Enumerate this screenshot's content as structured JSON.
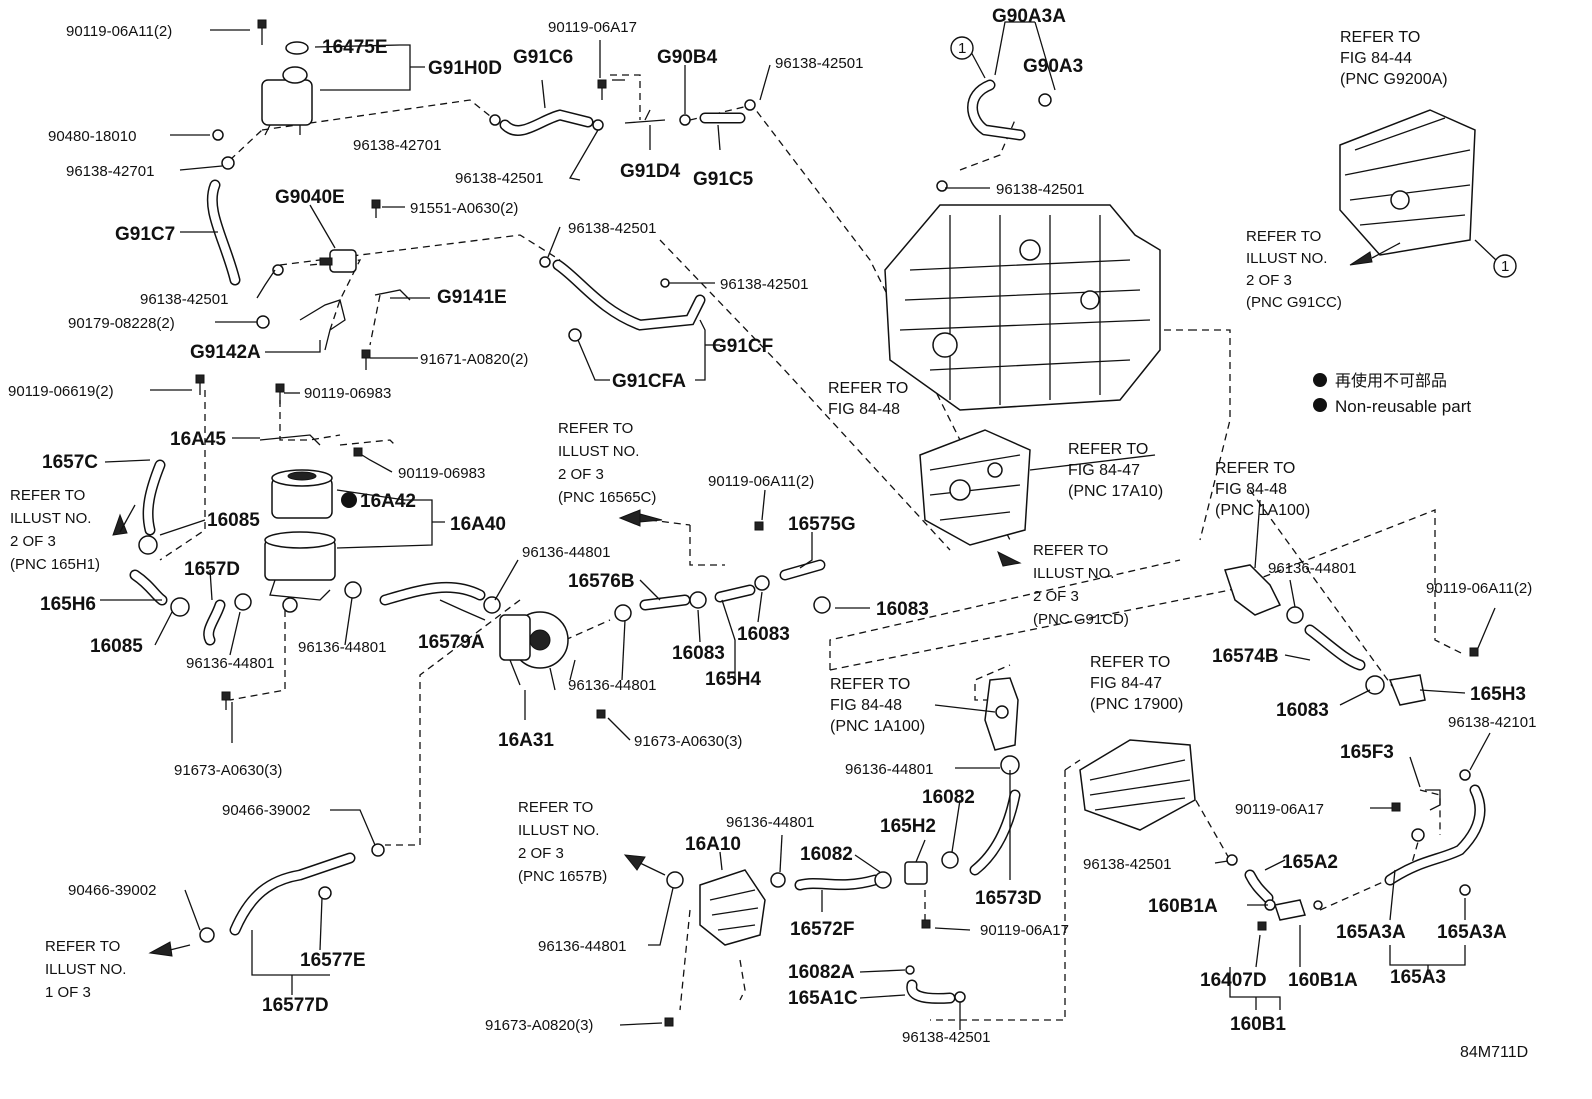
{
  "diagram_id": "84M711D",
  "legend": {
    "jp": "再使用不可部品",
    "en": "Non-reusable part"
  },
  "labels": {
    "p90119_06A11_2_top": "90119-06A11(2)",
    "p16475E": "16475E",
    "pG91H0D": "G91H0D",
    "p90480_18010": "90480-18010",
    "p96138_42701_a": "96138-42701",
    "p96138_42701_b": "96138-42701",
    "pG91C7": "G91C7",
    "pG9040E": "G9040E",
    "p91551_A0630_2": "91551-A0630(2)",
    "p96138_42501_a": "96138-42501",
    "pG9141E": "G9141E",
    "p90179_08228_2": "90179-08228(2)",
    "pG9142A": "G9142A",
    "p91671_A0820_2": "91671-A0820(2)",
    "pG91C6": "G91C6",
    "p90119_06A17_top": "90119-06A17",
    "pG90B4": "G90B4",
    "p96138_42501_b": "96138-42501",
    "p96138_42501_c": "96138-42501",
    "pG91D4": "G91D4",
    "pG91C5": "G91C5",
    "pG90A3A": "G90A3A",
    "pG90A3": "G90A3",
    "p96138_42501_d": "96138-42501",
    "p96138_42501_e": "96138-42501",
    "p96138_42501_f": "96138-42501",
    "pG91CF": "G91CF",
    "pG91CFA": "G91CFA",
    "p90119_06619_2": "90119-06619(2)",
    "p90119_06983_a": "90119-06983",
    "p16A45": "16A45",
    "p90119_06983_b": "90119-06983",
    "p1657C": "1657C",
    "p16085_a": "16085",
    "p16A42": "16A42",
    "p16A40": "16A40",
    "p1657D": "1657D",
    "p165H6": "165H6",
    "p16085_b": "16085",
    "p96136_44801_a": "96136-44801",
    "p96136_44801_b": "96136-44801",
    "p16579A": "16579A",
    "p91673_A0630_3_a": "91673-A0630(3)",
    "p96136_44801_c": "96136-44801",
    "p90119_06A11_2_mid": "90119-06A11(2)",
    "p16575G": "16575G",
    "p16576B": "16576B",
    "p16083_a": "16083",
    "p16083_b": "16083",
    "p16083_c": "16083",
    "p165H4": "165H4",
    "p96136_44801_d": "96136-44801",
    "p16A31": "16A31",
    "p91673_A0630_3_b": "91673-A0630(3)",
    "p90466_39002_a": "90466-39002",
    "p90466_39002_b": "90466-39002",
    "p16577E": "16577E",
    "p16577D": "16577D",
    "p96136_44801_e": "96136-44801",
    "p16A10": "16A10",
    "p96136_44801_f": "96136-44801",
    "p91673_A0820_3": "91673-A0820(3)",
    "p16082_a": "16082",
    "p16572F": "16572F",
    "p165H2": "165H2",
    "p16082_b": "16082",
    "p16573D": "16573D",
    "p90119_06A17_b": "90119-06A17",
    "p16082A": "16082A",
    "p165A1C": "165A1C",
    "p96138_42501_g": "96138-42501",
    "p96136_44801_g": "96136-44801",
    "p96136_44801_h": "96136-44801",
    "p16574B": "16574B",
    "p16083_d": "16083",
    "p90119_06A11_2_right": "90119-06A11(2)",
    "p165H3": "165H3",
    "p96138_42101": "96138-42101",
    "p165F3": "165F3",
    "p90119_06A17_c": "90119-06A17",
    "p96138_42501_h": "96138-42501",
    "p165A2": "165A2",
    "p160B1A_a": "160B1A",
    "p160B1A_b": "160B1A",
    "p16407D": "16407D",
    "p160B1": "160B1",
    "p165A3A_a": "165A3A",
    "p165A3A_b": "165A3A",
    "p165A3": "165A3"
  },
  "references": {
    "r_fig84_44": [
      "REFER TO",
      "FIG 84-44",
      "(PNC G9200A)"
    ],
    "r_illust_g91cc": [
      "REFER TO",
      "ILLUST NO.",
      "2 OF 3",
      "(PNC G91CC)"
    ],
    "r_fig84_48_a": [
      "REFER TO",
      "FIG 84-48"
    ],
    "r_fig84_47_17a10": [
      "REFER TO",
      "FIG 84-47",
      "(PNC 17A10)"
    ],
    "r_fig84_48_1a100_r": [
      "REFER TO",
      "FIG 84-48",
      "(PNC 1A100)"
    ],
    "r_illust_165h1": [
      "REFER TO",
      "ILLUST NO.",
      "2 OF 3",
      "(PNC 165H1)"
    ],
    "r_illust_16565c": [
      "REFER TO",
      "ILLUST NO.",
      "2 OF 3",
      "(PNC 16565C)"
    ],
    "r_illust_g91cd": [
      "REFER TO",
      "ILLUST NO.",
      "2 OF 3",
      "(PNC G91CD)"
    ],
    "r_fig84_48_1a100_m": [
      "REFER TO",
      "FIG 84-48",
      "(PNC 1A100)"
    ],
    "r_fig84_47_17900": [
      "REFER TO",
      "FIG 84-47",
      "(PNC 17900)"
    ],
    "r_illust_1657b": [
      "REFER TO",
      "ILLUST NO.",
      "2 OF 3",
      "(PNC 1657B)"
    ],
    "r_illust_1of3": [
      "REFER TO",
      "ILLUST NO.",
      "1 OF 3"
    ]
  },
  "callout_marker": "1"
}
